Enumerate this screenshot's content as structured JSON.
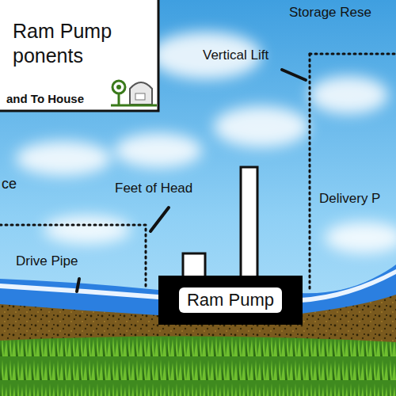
{
  "diagram": {
    "title": "Ram Pump ponents",
    "nodes": [
      {
        "text": [
          "Ram Pump"
        ]
      }
    ],
    "labels": [
      "and To House",
      "Storage Rese",
      "Vertical Lift",
      "ce",
      "Feet of Head",
      "Delivery P",
      "Drive Pipe"
    ]
  }
}
